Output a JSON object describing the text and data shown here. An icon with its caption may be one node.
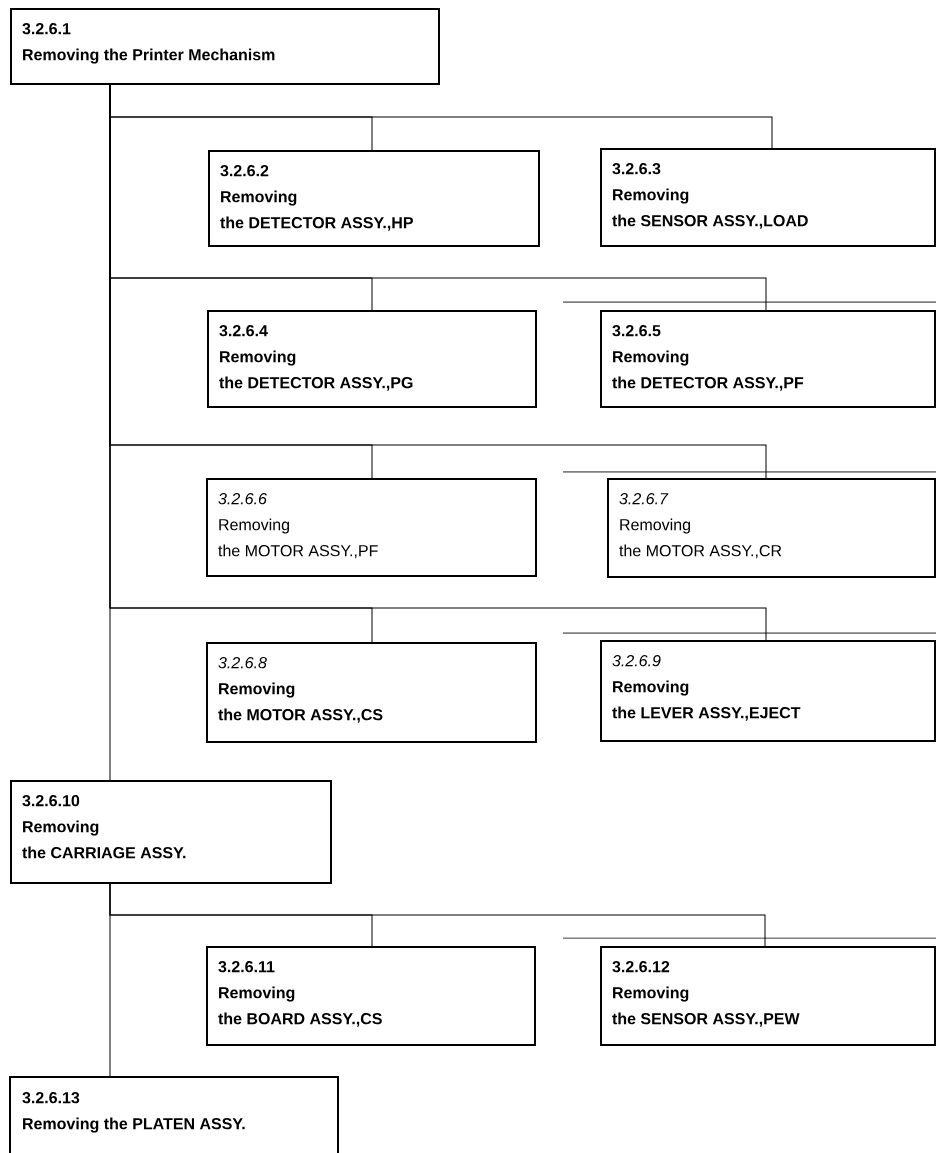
{
  "diagram": {
    "nodes": [
      {
        "text": [
          "3.2.6.1",
          "Removing the Printer Mechanism"
        ]
      },
      {
        "text": [
          "3.2.6.2",
          "Removing the DETECTOR ASSY.,HP"
        ]
      },
      {
        "text": [
          "3.2.6.3",
          "Removing the SENSOR ASSY.,LOAD"
        ]
      },
      {
        "text": [
          "3.2.6.4",
          "Removing the DETECTOR ASSY.,PG"
        ]
      },
      {
        "text": [
          "3.2.6.5",
          "Removing the DETECTOR ASSY.,PF"
        ]
      },
      {
        "text": [
          "3.2.6.6",
          "Removing the MOTOR ASSY.,PF"
        ]
      },
      {
        "text": [
          "3.2.6.7",
          "Removing the MOTOR ASSY.,CR"
        ]
      },
      {
        "text": [
          "3.2.6.8",
          "Removing the MOTOR ASSY.,CS"
        ]
      },
      {
        "text": [
          "3.2.6.9",
          "Removing the LEVER ASSY.,EJECT"
        ]
      },
      {
        "text": [
          "3.2.6.10",
          "Removing the CARRIAGE ASSY."
        ]
      },
      {
        "text": [
          "3.2.6.11",
          "Removing the BOARD ASSY.,CS"
        ]
      },
      {
        "text": [
          "3.2.6.12",
          "Removing the SENSOR ASSY.,PEW"
        ]
      },
      {
        "text": [
          "3.2.6.13",
          "Removing the PLATEN ASSY."
        ]
      }
    ],
    "edges": [
      {
        "from": 0,
        "to": 1,
        "arrow": "none"
      },
      {
        "from": 0,
        "to": 2,
        "arrow": "none"
      },
      {
        "from": 0,
        "to": 3,
        "arrow": "none"
      },
      {
        "from": 0,
        "to": 4,
        "arrow": "none"
      },
      {
        "from": 0,
        "to": 5,
        "arrow": "none"
      },
      {
        "from": 0,
        "to": 6,
        "arrow": "none"
      },
      {
        "from": 0,
        "to": 7,
        "arrow": "none"
      },
      {
        "from": 0,
        "to": 8,
        "arrow": "none"
      },
      {
        "from": 0,
        "to": 9,
        "arrow": "none"
      },
      {
        "from": 9,
        "to": 10,
        "arrow": "none"
      },
      {
        "from": 9,
        "to": 11,
        "arrow": "none"
      },
      {
        "from": 9,
        "to": 12,
        "arrow": "none"
      }
    ]
  }
}
